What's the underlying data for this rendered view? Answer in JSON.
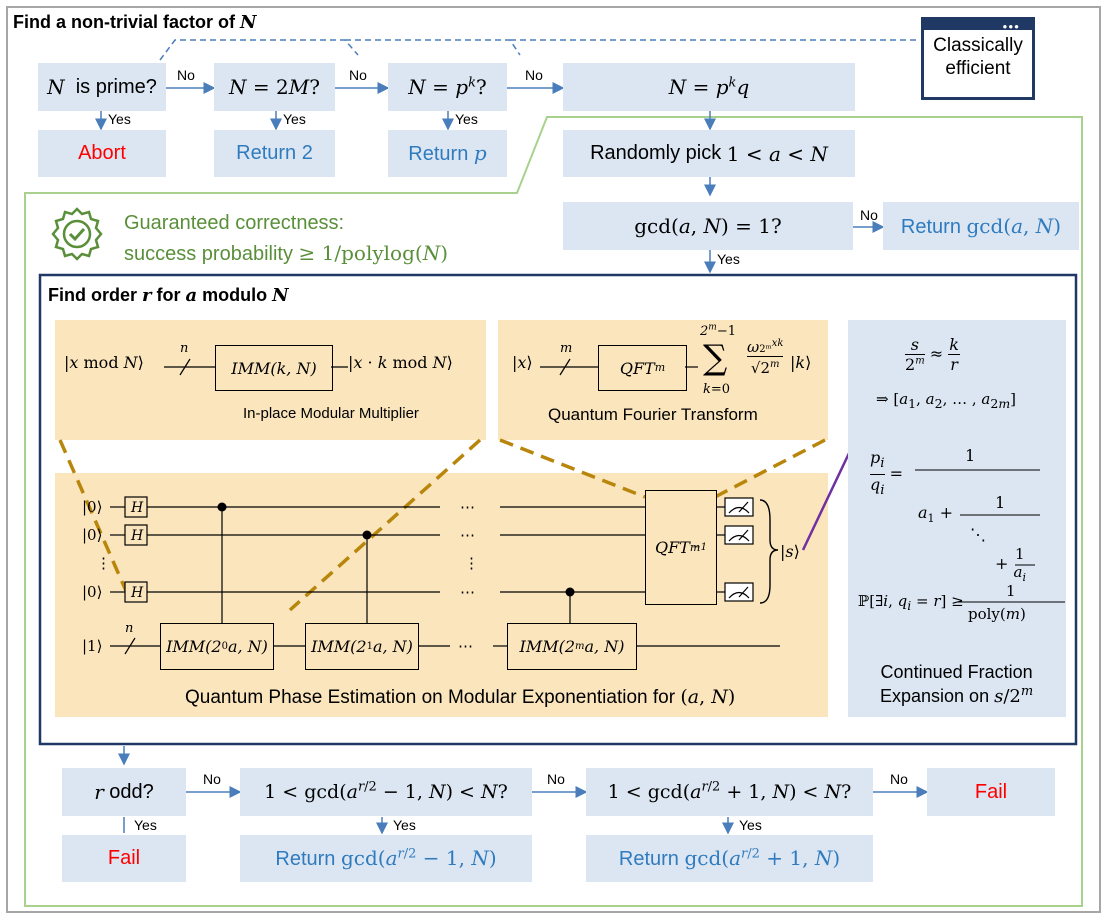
{
  "outer_title": "Find a non-trivial factor of",
  "outer_title_var": "N",
  "classical": {
    "label_line1": "Classically",
    "label_line2": "efficient"
  },
  "top_flow": {
    "n_prime": "N  is prime?",
    "n_2m": "N = 2M?",
    "n_pk": "N = p^k?",
    "n_pkq": "N = p^k q",
    "abort": "Abort",
    "return2": "Return 2",
    "returnp": "Return p",
    "no": "No",
    "yes": "Yes"
  },
  "pick": "Randomly pick 1 < a < N",
  "gcd_test": "gcd(a, N) = 1?",
  "return_gcd": "Return gcd(a, N)",
  "guarantee": {
    "line1": "Guaranteed correctness:",
    "line2": "success probability ≥ 1/polylog(N)"
  },
  "order": {
    "title": "Find order r for a modulo N",
    "imm_caption": "In-place Modular Multiplier",
    "qft_caption": "Quantum Fourier Transform",
    "qpe_caption": "Quantum Phase Estimation on Modular Exponentiation for (a, N)",
    "cf_caption_line1": "Continued Fraction",
    "cf_caption_line2": "Expansion on s/2^m"
  },
  "bottom_flow": {
    "r_odd": "r odd?",
    "test_minus": "1 < gcd(a^{r/2} − 1, N) < N?",
    "test_plus": "1 < gcd(a^{r/2} + 1, N) < N?",
    "fail": "Fail",
    "ret_minus": "Return gcd(a^{r/2} − 1, N)",
    "ret_plus": "Return gcd(a^{r/2} + 1, N)"
  },
  "colors": {
    "box_fill": "#dbe6f2",
    "panel_fill": "#fbe5bd",
    "dark_border": "#1f3864",
    "green_border": "#a9d18e",
    "green_text": "#5a8f3a",
    "blue_text": "#2f7bbf",
    "red_text": "#ff0000",
    "purple_arrow": "#7030a0",
    "gold_dash": "#b8860b"
  },
  "icons": [
    "browser-window-icon",
    "verified-badge-icon"
  ]
}
